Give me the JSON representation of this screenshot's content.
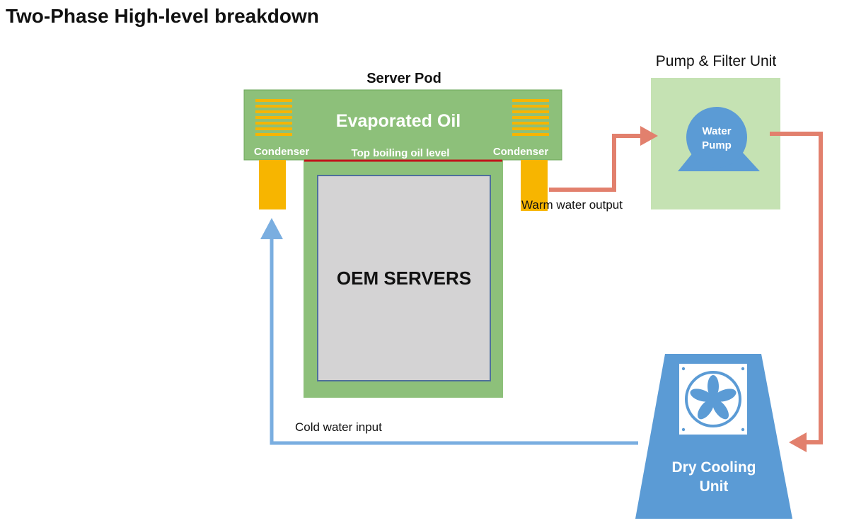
{
  "title": "Two-Phase High-level breakdown",
  "server_pod": {
    "label": "Server Pod",
    "evaporated_label": "Evaporated Oil",
    "condenser_left_label": "Condenser",
    "condenser_right_label": "Condenser",
    "oil_level_label": "Top boiling oil level",
    "servers_label": "OEM SERVERS"
  },
  "pump_unit": {
    "label": "Pump & Filter Unit",
    "pump_line1": "Water",
    "pump_line2": "Pump"
  },
  "cooling_unit": {
    "line1": "Dry Cooling",
    "line2": "Unit"
  },
  "flows": {
    "warm_label": "Warm water output",
    "cold_label": "Cold water input"
  },
  "colors": {
    "green_dark": "#8dc07a",
    "green_light": "#c5e2b3",
    "condenser": "#f7b500",
    "server_gray": "#d4d3d4",
    "server_border": "#4f6f9c",
    "blue": "#5b9bd5",
    "warm_arrow": "#e2806d",
    "cold_arrow": "#7aaee0",
    "oil_line": "#c0141a"
  }
}
